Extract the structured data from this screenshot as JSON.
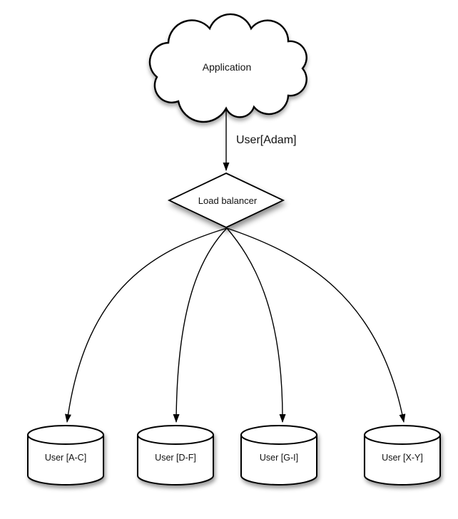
{
  "diagram": {
    "application_label": "Application",
    "edge_label": "User[Adam]",
    "load_balancer_label": "Load balancer",
    "databases": [
      {
        "label": "User [A-C]"
      },
      {
        "label": "User [D-F]"
      },
      {
        "label": "User [G-I]"
      },
      {
        "label": "User [X-Y]"
      }
    ],
    "colors": {
      "stroke": "#000000",
      "node_fill": "#ffffff",
      "background": "#ffffff"
    }
  }
}
